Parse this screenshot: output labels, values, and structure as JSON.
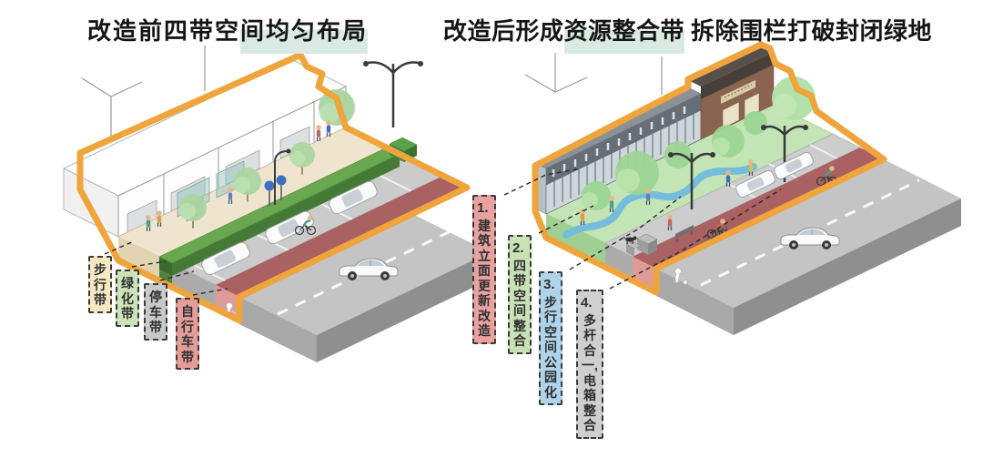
{
  "page": {
    "background": "#FFFFFF"
  },
  "titles": {
    "left": {
      "full": "改造前四带空间均匀布局",
      "pre": "改造前四带空",
      "highlight": "间均匀布局"
    },
    "right": {
      "full": "改造后形成资源整合带 拆除围栏打破封闭绿地",
      "pre": "改造后形成",
      "highlight": "资源整合带",
      "post": " 拆除围栏打破封闭绿地"
    }
  },
  "left_panel": {
    "name": "before-renovation-street-axon",
    "labels": [
      {
        "id": "walk-belt",
        "text": "步行带",
        "chars": "步\n行\n带",
        "color": "#F5E8C2"
      },
      {
        "id": "green-belt",
        "text": "绿化带",
        "chars": "绿\n化\n带",
        "color": "#CBE3B8"
      },
      {
        "id": "parking-belt",
        "text": "停车带",
        "chars": "停\n车\n带",
        "color": "#C9C9C9"
      },
      {
        "id": "bike-belt",
        "text": "自行车带",
        "chars": "自\n行\n车\n带",
        "color": "#E49C99"
      }
    ]
  },
  "right_panel": {
    "name": "after-renovation-street-axon",
    "labels": [
      {
        "id": "facade-renewal",
        "num": "1.",
        "text": "建筑立面更新改造",
        "chars": "建\n筑\n立\n面\n更\n新\n改\n造",
        "color": "#E8A3A0"
      },
      {
        "id": "four-belt-integration",
        "num": "2.",
        "text": "四带空间整合",
        "chars": "四\n带\n空\n间\n整\n合",
        "color": "#C8E2B5"
      },
      {
        "id": "walk-space-park",
        "num": "3.",
        "text": "步行空间公园化",
        "chars": "步\n行\n空\n间\n公\n园\n化",
        "color": "#AFD4EA"
      },
      {
        "id": "pole-box-integration",
        "num": "4.",
        "text": "多杆合一，电箱整合",
        "chars": "多\n杆\n合\n一,\n电\n箱\n整\n合",
        "color": "#CFCFCF"
      }
    ]
  },
  "colors": {
    "outline": "#F0A43C",
    "road": "#C4C4C4",
    "road_side": "#8F8F8F",
    "road_end": "#A8A8A8",
    "bike_lane": "#A96161",
    "bike_face": "#DE9B98",
    "hedge": "#69A84F",
    "sidewalk": "#EFE5CF",
    "park": "#C3E4B4",
    "park_face": "#9FD092",
    "path_blue": "#74BEDC",
    "tree": "#9CD694",
    "title_highlight": "#D9EAE3"
  }
}
